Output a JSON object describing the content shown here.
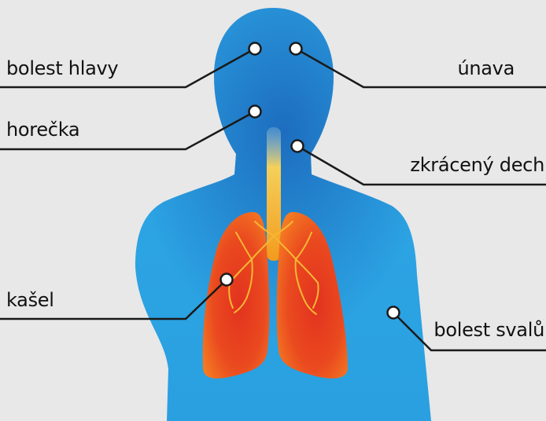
{
  "colors": {
    "background": "#e8e8e8",
    "body": "#2a9fe0",
    "body_dark": "#1f73c4",
    "lungs_outer": "#f26a1f",
    "lungs_inner": "#e63a22",
    "trachea": "#f6a623",
    "bronchi": "#f7b733",
    "leader_lines": "#1a1a1a",
    "marker_fill": "#ffffff"
  },
  "symptoms": {
    "headache": "bolest hlavy",
    "fatigue": "únava",
    "fever": "horečka",
    "shortness_of_breath": "zkrácený dech",
    "cough": "kašel",
    "muscle_pain": "bolest svalů"
  }
}
